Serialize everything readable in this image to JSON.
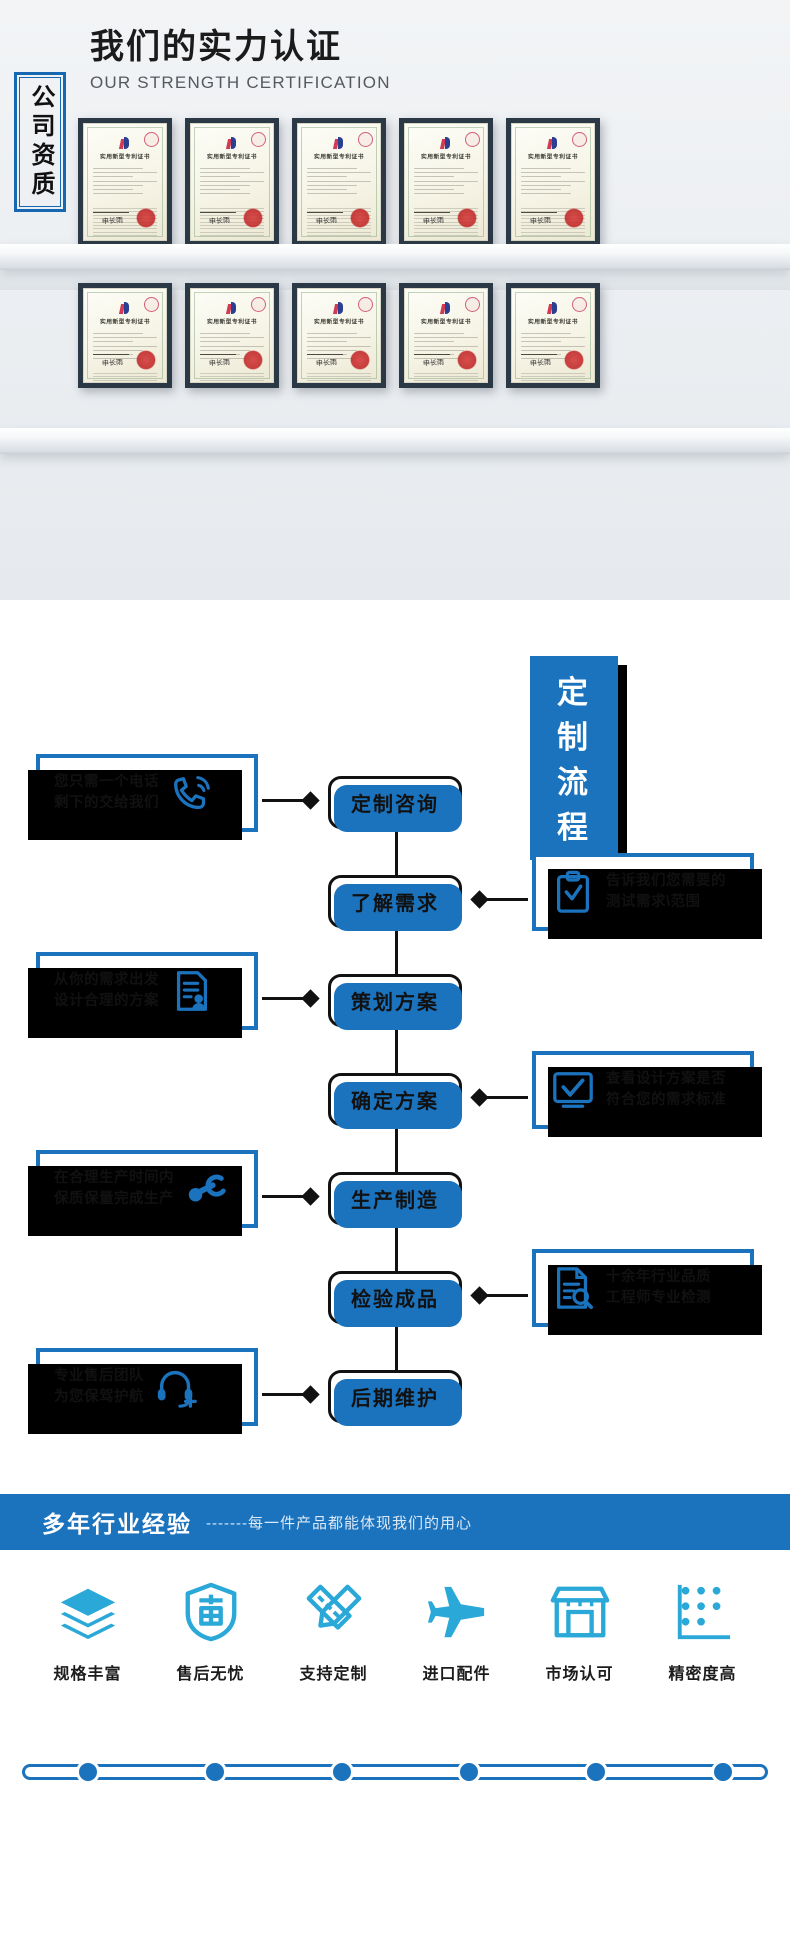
{
  "certification": {
    "title_cn": "我们的实力认证",
    "title_en": "OUR STRENGTH CERTIFICATION",
    "badge_text": "公司资质",
    "certificate_title": "实用新型专利证书",
    "certificate_signature": "申长雨",
    "certificates_row1_count": 5,
    "certificates_row2_count": 5,
    "accent_color": "#1668b3"
  },
  "process": {
    "title": "定制流程",
    "accent_color": "#1b72bd",
    "steps": [
      {
        "label": "定制咨询",
        "side": "left",
        "note": "您只需一个电话\n剩下的交给我们",
        "icon": "phone-icon"
      },
      {
        "label": "了解需求",
        "side": "right",
        "note": "告诉我们您需要的\n测试需求\\范围",
        "icon": "clipboard-check-icon"
      },
      {
        "label": "策划方案",
        "side": "left",
        "note": "从你的需求出发\n设计合理的方案",
        "icon": "document-user-icon"
      },
      {
        "label": "确定方案",
        "side": "right",
        "note": "查看设计方案是否\n符合您的需求标准",
        "icon": "monitor-check-icon"
      },
      {
        "label": "生产制造",
        "side": "left",
        "note": "在合理生产时间内\n保质保量完成生产",
        "icon": "robot-arm-icon"
      },
      {
        "label": "检验成品",
        "side": "right",
        "note": "十余年行业品质\n工程师专业检测",
        "icon": "document-search-icon"
      },
      {
        "label": "后期维护",
        "side": "left",
        "note": "专业售后团队\n为您保驾护航",
        "icon": "headset-add-icon"
      }
    ]
  },
  "experience": {
    "bar_title": "多年行业经验",
    "bar_sub": "-------每一件产品都能体现我们的用心",
    "accent_color": "#1b72bd",
    "items": [
      {
        "label": "规格丰富",
        "icon": "layers-icon"
      },
      {
        "label": "售后无忧",
        "icon": "after-sales-shield-icon"
      },
      {
        "label": "支持定制",
        "icon": "ruler-pencil-icon"
      },
      {
        "label": "进口配件",
        "icon": "airplane-icon"
      },
      {
        "label": "市场认可",
        "icon": "store-icon"
      },
      {
        "label": "精密度高",
        "icon": "precision-dots-icon"
      }
    ]
  }
}
